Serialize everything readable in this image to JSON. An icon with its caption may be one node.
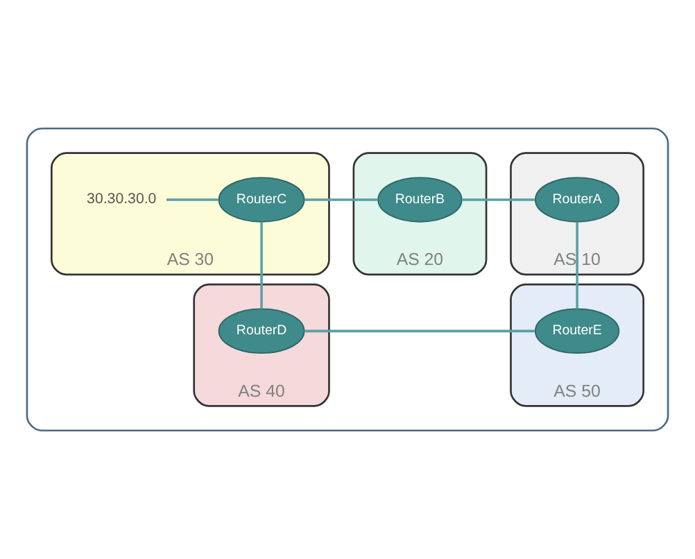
{
  "diagram": {
    "nodes": [
      {
        "text": [],
        "shape": "box"
      },
      {
        "text": [
          "AS 10"
        ],
        "in": 0
      },
      {
        "text": [
          "RouterA"
        ],
        "in": 1
      },
      {
        "text": [
          "AS 20"
        ],
        "in": 0
      },
      {
        "text": [
          "RouterB"
        ],
        "in": 3
      },
      {
        "text": [
          "AS 30"
        ],
        "in": 0
      },
      {
        "text": [
          "RouterC"
        ],
        "in": 5
      },
      {
        "text": [
          "30.30.30.0"
        ],
        "in": 5
      },
      {
        "text": [
          "AS 50"
        ],
        "in": 0
      },
      {
        "text": [
          "RouterE"
        ],
        "in": 8
      },
      {
        "text": [
          "AS 40"
        ],
        "in": 0
      },
      {
        "text": [
          "RouterD"
        ],
        "in": 10
      }
    ],
    "edges": [
      {
        "from": 2,
        "to": 4,
        "arrow": "none"
      },
      {
        "from": 4,
        "to": 6,
        "arrow": "none"
      },
      {
        "from": 6,
        "to": 7,
        "arrow": "none"
      },
      {
        "from": 2,
        "to": 9,
        "arrow": "none"
      },
      {
        "from": 9,
        "to": 11,
        "arrow": "none"
      },
      {
        "from": 11,
        "to": 6,
        "arrow": "none"
      }
    ]
  }
}
